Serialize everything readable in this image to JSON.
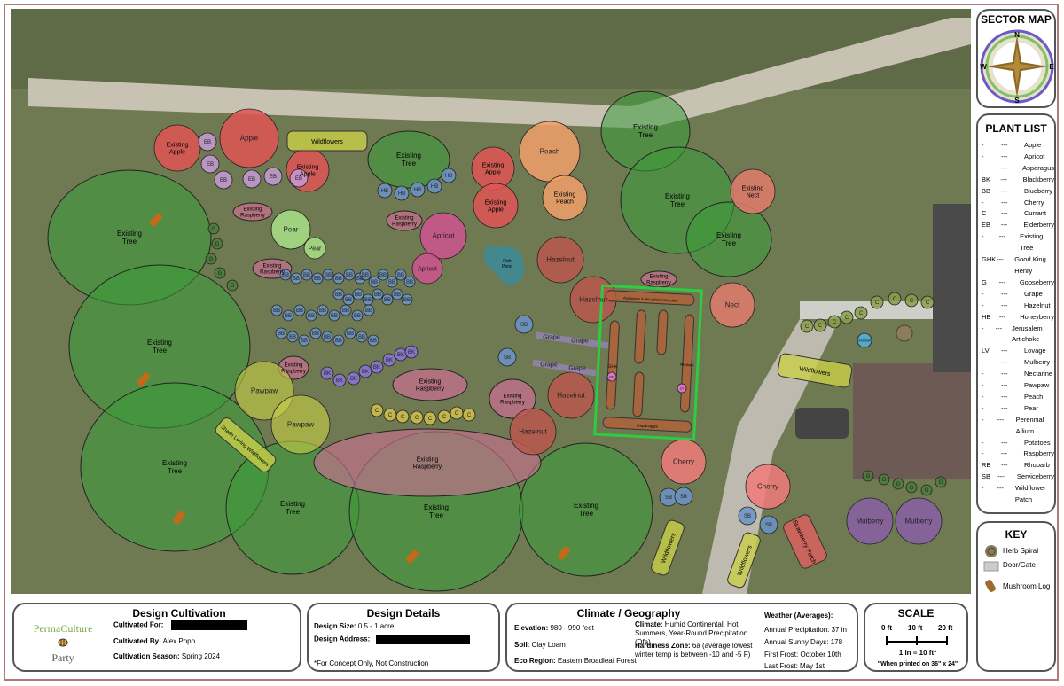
{
  "sector_map": {
    "title": "SECTOR MAP",
    "n": "N",
    "s": "S",
    "e": "E",
    "w": "W"
  },
  "plant_list": {
    "title": "PLANT LIST",
    "items": [
      {
        "code": "-",
        "name": "Apple"
      },
      {
        "code": "-",
        "name": "Apricot"
      },
      {
        "code": "-",
        "name": "Asparagus"
      },
      {
        "code": "BK",
        "name": "Blackberry"
      },
      {
        "code": "BB",
        "name": "Blueberry"
      },
      {
        "code": "-",
        "name": "Cherry"
      },
      {
        "code": "C",
        "name": "Currant"
      },
      {
        "code": "EB",
        "name": "Elderberry"
      },
      {
        "code": "-",
        "name": "Existing Tree"
      },
      {
        "code": "GHK",
        "name": "Good King Henry"
      },
      {
        "code": "G",
        "name": "Gooseberry"
      },
      {
        "code": "-",
        "name": "Grape"
      },
      {
        "code": "-",
        "name": "Hazelnut"
      },
      {
        "code": "HB",
        "name": "Honeyberry"
      },
      {
        "code": "-",
        "name": "Jerusalem Artichoke"
      },
      {
        "code": "LV",
        "name": "Lovage"
      },
      {
        "code": "-",
        "name": "Mulberry"
      },
      {
        "code": "-",
        "name": "Nectarine"
      },
      {
        "code": "-",
        "name": "Pawpaw"
      },
      {
        "code": "-",
        "name": "Peach"
      },
      {
        "code": "-",
        "name": "Pear"
      },
      {
        "code": "-",
        "name": "Perennial Allium"
      },
      {
        "code": "-",
        "name": "Potatoes"
      },
      {
        "code": "-",
        "name": "Raspberry"
      },
      {
        "code": "RB",
        "name": "Rhubarb"
      },
      {
        "code": "SB",
        "name": "Serviceberry"
      },
      {
        "code": "-",
        "name": "Wildflower Patch"
      }
    ],
    "separator": "---"
  },
  "key": {
    "title": "KEY",
    "items": [
      "Herb Spiral",
      "Door/Gate",
      "Mushroom Log"
    ]
  },
  "cultivation": {
    "title": "Design Cultivation",
    "brand_top": "PermaCulture",
    "brand_bottom": "Party",
    "for_label": "Cultivated For:",
    "by_label": "Cultivated By:",
    "by_value": "Alex Popp",
    "season_label": "Cultivation Season:",
    "season_value": "Spring 2024"
  },
  "details": {
    "title": "Design Details",
    "size_label": "Design Size:",
    "size_value": "0.5 - 1 acre",
    "address_label": "Design Address:",
    "note": "*For Concept Only, Not Construction"
  },
  "climate": {
    "title": "Climate / Geography",
    "elevation_label": "Elevation:",
    "elevation_value": "980 - 990 feet",
    "soil_label": "Soil:",
    "soil_value": "Clay Loam",
    "eco_label": "Eco Region:",
    "eco_value": "Eastern Broadleaf Forest",
    "climate_label": "Climate:",
    "climate_value": "Humid Continental, Hot Summers, Year-Round Precipitation (Dfa)",
    "zone_label": "Hardiness Zone:",
    "zone_value": "6a (average lowest winter temp is between -10 and -5 F)",
    "weather_title": "Weather (Averages):",
    "precip": "Annual Precipitation: 37 in",
    "sunny": "Annual Sunny Days: 178",
    "first_frost": "First Frost: October 10th",
    "last_frost": "Last Frost: May 1st"
  },
  "scale": {
    "title": "SCALE",
    "t0": "0 ft",
    "t1": "10 ft",
    "t2": "20 ft",
    "ratio": "1 in = 10 ft*",
    "note": "\"When printed on 36\" x 24\""
  },
  "map_labels": {
    "existing_tree": "Existing Tree",
    "existing_apple": "Existing Apple",
    "apple": "Apple",
    "wildflowers": "Wildflowers",
    "existing_raspberry": "Existing Raspberry",
    "pear": "Pear",
    "apricot": "Apricot",
    "peach": "Peach",
    "existing_peach": "Existing Peach",
    "existing_nect": "Existing Nect",
    "nect": "Nect",
    "hazelnut": "Hazelnut",
    "fish_pond": "Fish Pond",
    "pawpaw": "Pawpaw",
    "shade_wildflowers": "Shade Loving Wildflowers",
    "grape": "Grape",
    "cherry": "Cherry",
    "mulberry": "Mulberry",
    "strawberry": "Strawberry Patch",
    "asparagus_top": "Asparagus & Jerusalem Artichoke",
    "asparagus_bottom": "Asparagus",
    "rhubarb": "Rhubarb",
    "ghk": "GHK",
    "rb": "RB",
    "lv": "LV",
    "mint": "Mint Bath",
    "eb": "EB",
    "hb": "HB",
    "bb": "BB",
    "bk": "BK",
    "g": "G",
    "c": "C",
    "sb": "SB"
  },
  "colors": {
    "tree": "#3a9d3a",
    "apple": "#e05555",
    "peach": "#f2a06a",
    "apricot": "#d0538f",
    "elder": "#c79ad6",
    "raspberry": "#c6708f",
    "hazel": "#b8574d",
    "blueberry": "#6b93c7",
    "blackberry": "#8a74d8",
    "wildflower": "#c9cf48",
    "mulberry": "#8a5fa6"
  }
}
